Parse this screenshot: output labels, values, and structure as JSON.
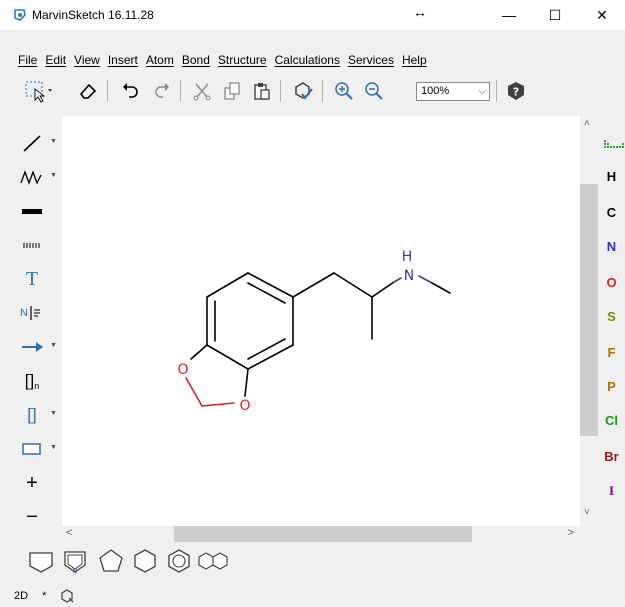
{
  "window": {
    "title": "MarvinSketch 16.11.28",
    "resize_glyph": "↔",
    "minimize_glyph": "—",
    "maximize_glyph": "☐",
    "close_glyph": "✕"
  },
  "menu": [
    "File",
    "Edit",
    "View",
    "Insert",
    "Atom",
    "Bond",
    "Structure",
    "Calculations",
    "Services",
    "Help"
  ],
  "toolbar": {
    "icons": [
      "select-lasso-icon",
      "eraser-icon",
      "undo-icon",
      "redo-icon",
      "cut-icon",
      "copy-icon",
      "paste-icon",
      "clean-structure-icon",
      "zoom-in-icon",
      "zoom-out-icon",
      "help-icon"
    ],
    "zoom_value": "100%",
    "zoom_arrow": "⌵"
  },
  "left_tools": [
    {
      "name": "single-bond-tool",
      "icon": "single-bond-icon"
    },
    {
      "name": "chain-tool",
      "icon": "chain-icon"
    },
    {
      "name": "bold-bond-tool",
      "icon": "bold-bond-icon"
    },
    {
      "name": "hashed-bond-tool",
      "icon": "hashed-bond-icon"
    },
    {
      "name": "text-tool",
      "icon": "text-icon",
      "label": "T"
    },
    {
      "name": "atom-text-tool",
      "icon": "atom-text-icon",
      "label": "N"
    },
    {
      "name": "reaction-arrow-tool",
      "icon": "arrow-icon"
    },
    {
      "name": "sgroup-n-tool",
      "icon": "bracket-n-icon",
      "label": "[]",
      "sub": "n"
    },
    {
      "name": "bracket-tool",
      "icon": "bracket-icon",
      "label": "[]"
    },
    {
      "name": "rectangle-tool",
      "icon": "rectangle-icon"
    },
    {
      "name": "charge-plus-tool",
      "icon": "plus-icon",
      "label": "+"
    },
    {
      "name": "charge-minus-tool",
      "icon": "minus-icon",
      "label": "−"
    }
  ],
  "elements": [
    {
      "symbol": "H",
      "color": "#000000"
    },
    {
      "symbol": "C",
      "color": "#000000"
    },
    {
      "symbol": "N",
      "color": "#3030b0"
    },
    {
      "symbol": "O",
      "color": "#e02020"
    },
    {
      "symbol": "S",
      "color": "#8a8a00"
    },
    {
      "symbol": "F",
      "color": "#b07000"
    },
    {
      "symbol": "P",
      "color": "#b07000"
    },
    {
      "symbol": "Cl",
      "color": "#10a010"
    },
    {
      "symbol": "Br",
      "color": "#8b2020"
    },
    {
      "symbol": "I",
      "color": "#8000a0"
    }
  ],
  "molecule": {
    "atoms": {
      "nitrogen": "N",
      "nitrogen_h": "H",
      "oxygen_1": "O",
      "oxygen_2": "O"
    },
    "colors": {
      "bond": "#000000",
      "nitrogen": "#3a3aa8",
      "oxygen": "#e02020"
    }
  },
  "templates": [
    "cyclopentane-template",
    "pyrrole-template",
    "cyclopentane-2-template",
    "cyclohexane-template",
    "benzene-template",
    "naphthalene-template"
  ],
  "status": {
    "mode": "2D",
    "star": "*"
  },
  "scroll": {
    "v_up": "˄",
    "v_down": "˅",
    "h_left": "<",
    "h_right": ">"
  }
}
